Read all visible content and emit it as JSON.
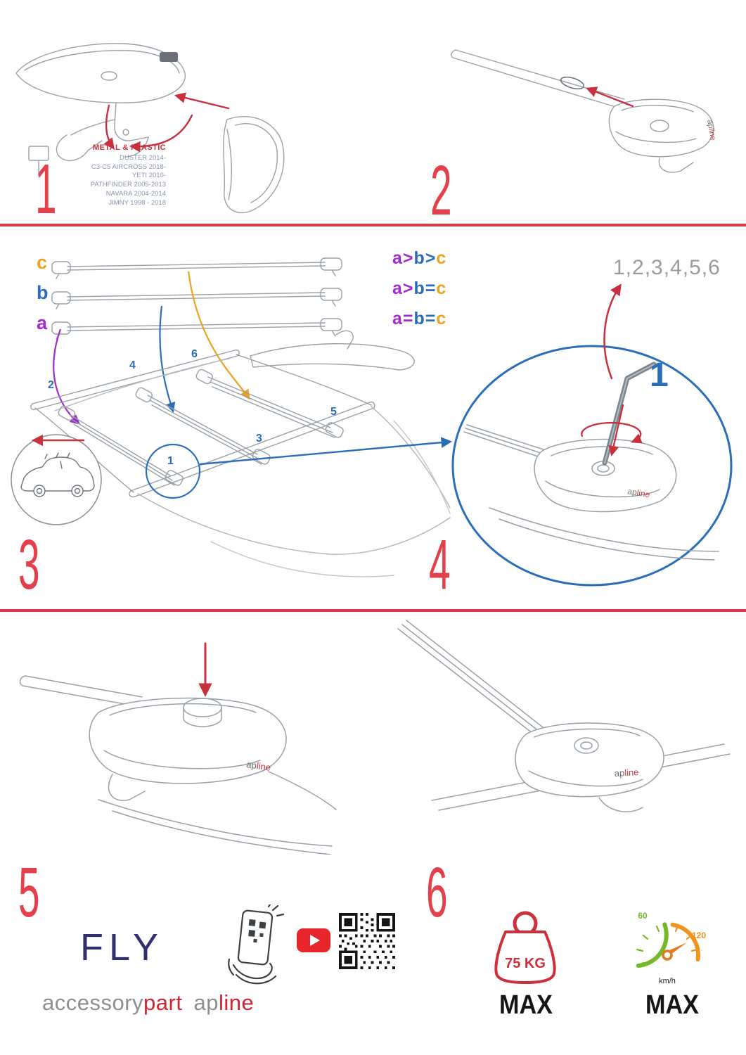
{
  "colors": {
    "accent_red": "#d63848",
    "blue": "#2a6db8",
    "purple": "#a12cc9",
    "orange": "#f0a11e",
    "sequence_gray": "#9b9b9b",
    "brand_navy": "#31306e",
    "youtube_red": "#e8252b",
    "speed_green": "#76b82a",
    "speed_orange": "#f0941e"
  },
  "step1": {
    "number": "1",
    "material_label": "METAL & PLASTIC",
    "models": [
      "DUSTER 2014-",
      "C3-C5 AIRCROSS 2018-",
      "YETI 2010-",
      "PATHFINDER 2005-2013",
      "NAVARA 2004-2014",
      "JIMNY 1998 - 2018"
    ]
  },
  "step2": {
    "number": "2"
  },
  "step3": {
    "number": "3",
    "bar_labels": [
      "c",
      "b",
      "a"
    ],
    "formulas": [
      [
        "a",
        ">",
        "b",
        ">",
        "c"
      ],
      [
        "a",
        ">",
        "b",
        "=",
        "c"
      ],
      [
        "a",
        "=",
        "b",
        "=",
        "c"
      ]
    ],
    "roof_positions": [
      "1",
      "2",
      "3",
      "4",
      "5",
      "6"
    ]
  },
  "step4": {
    "number": "4",
    "sequence": "1,2,3,4,5,6",
    "first_step": "1"
  },
  "step5": {
    "number": "5"
  },
  "step6": {
    "number": "6"
  },
  "logo": {
    "ap": "ap",
    "line": "line"
  },
  "footer": {
    "brand": "FLY",
    "company_gray": "accessory",
    "company_red": "part",
    "brand2_gray": "ap",
    "brand2_red": "line",
    "weight_value": "75 KG",
    "weight_max": "MAX",
    "speed_low": "60",
    "speed_high": "120",
    "speed_unit": "km/h",
    "speed_max": "MAX"
  }
}
